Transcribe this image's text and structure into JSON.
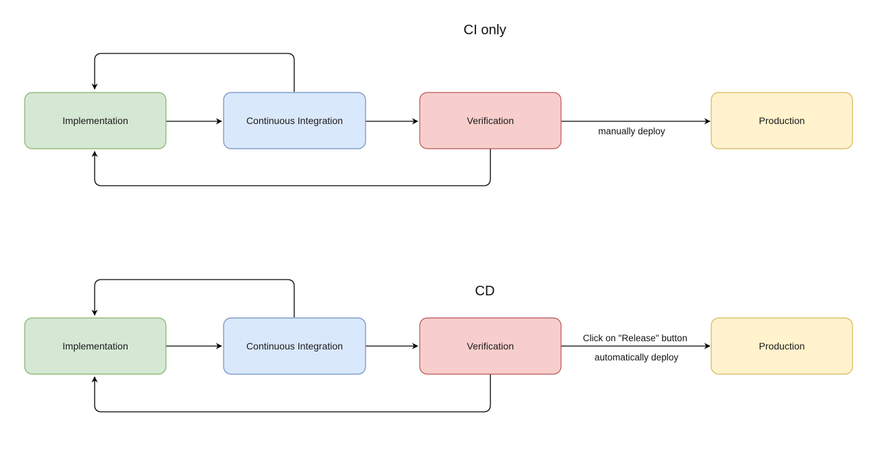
{
  "diagrams": [
    {
      "title": "CI only",
      "nodes": {
        "implementation": "Implementation",
        "ci": "Continuous Integration",
        "verification": "Verification",
        "production": "Production"
      },
      "deploy_labels": [
        "manually deploy"
      ]
    },
    {
      "title": "CD",
      "nodes": {
        "implementation": "Implementation",
        "ci": "Continuous Integration",
        "verification": "Verification",
        "production": "Production"
      },
      "deploy_labels": [
        "Click on \"Release\" button",
        "automatically deploy"
      ]
    }
  ],
  "colors": {
    "implementation_fill": "#d5e8d4",
    "implementation_stroke": "#82b366",
    "ci_fill": "#dae8fc",
    "ci_stroke": "#6c8ebf",
    "verification_fill": "#f8cecc",
    "verification_stroke": "#b85450",
    "production_fill": "#fff2cc",
    "production_stroke": "#d6b656",
    "edge": "#000000"
  }
}
